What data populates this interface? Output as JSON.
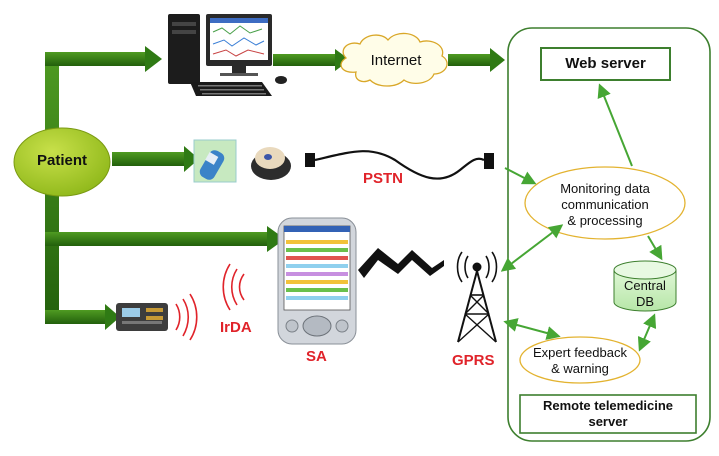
{
  "nodes": {
    "patient": "Patient",
    "internet": "Internet",
    "pstn": "PSTN",
    "irda": "IrDA",
    "sa": "SA",
    "gprs": "GPRS",
    "web_server": "Web server",
    "monitoring": [
      "Monitoring data",
      "communication",
      "& processing"
    ],
    "central_db": [
      "Central",
      "DB"
    ],
    "expert": [
      "Expert feedback",
      "& warning"
    ],
    "remote": [
      "Remote telemedicine",
      "server"
    ]
  },
  "colors": {
    "dark_green": "#2f7a14",
    "light_green": "#46a634",
    "patient_fill": "#9cc420",
    "label_red": "#e0232a",
    "oval_border": "#e3b330",
    "db_fill": "#c9f0c0"
  },
  "icons": [
    "desktop-computer-icon",
    "glucose-meter-icon",
    "blood-pressure-device-icon",
    "phone-cable-icon",
    "pda-icon",
    "lightning-icon",
    "antenna-tower-icon",
    "infusion-pump-icon",
    "infrared-wave-icon",
    "cloud-icon"
  ]
}
